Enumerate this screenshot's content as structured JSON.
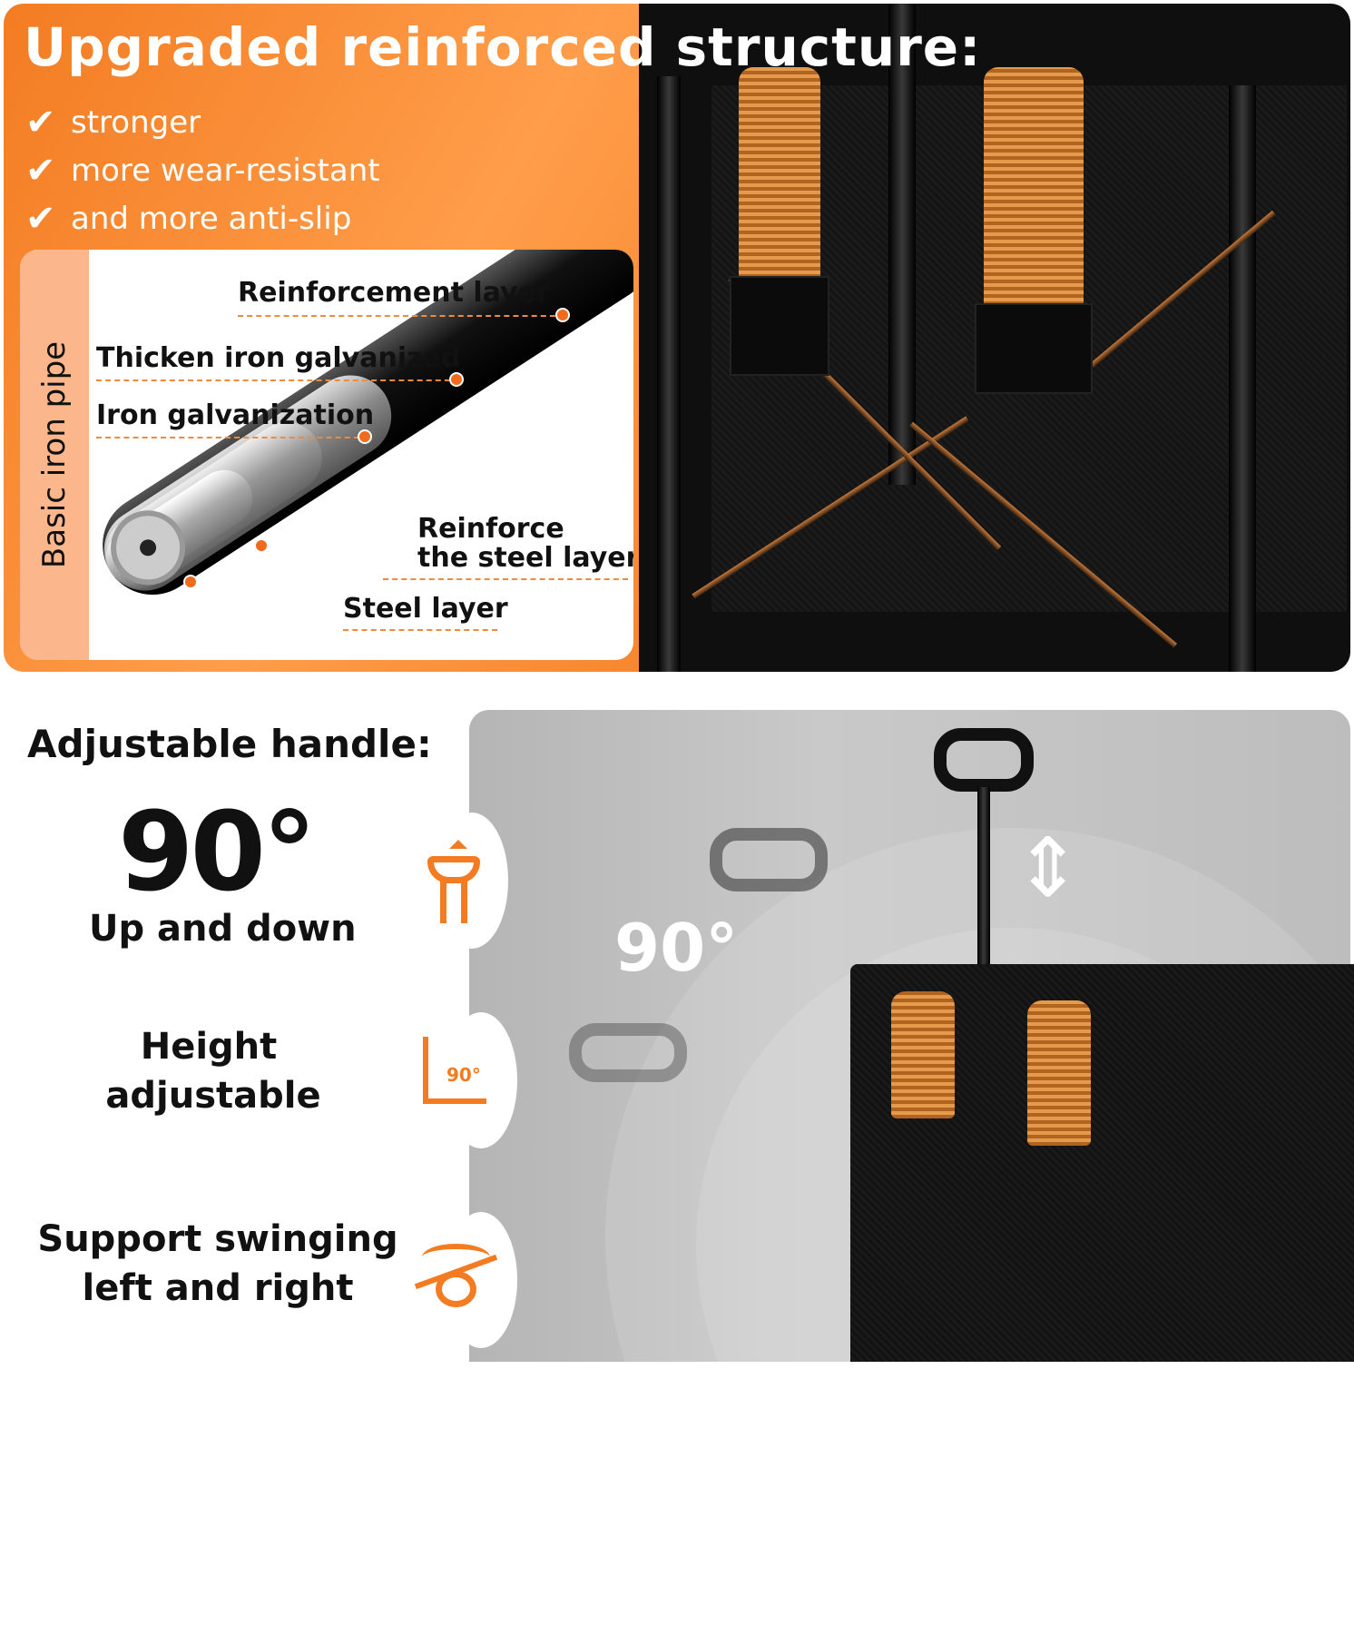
{
  "top": {
    "title": "Upgraded reinforced structure:",
    "bullets": [
      "stronger",
      "more wear-resistant",
      "and more anti-slip"
    ],
    "check_icon": "✔",
    "card": {
      "side_label": "Basic iron pipe",
      "layers": [
        "Reinforcement layer",
        "Thicken iron galvanized",
        "Iron galvanization",
        "Reinforce",
        "the steel layer",
        "Steel layer"
      ]
    }
  },
  "bottom": {
    "title": "Adjustable handle:",
    "big_angle": "90°",
    "up_down": "Up and down",
    "height_line1": "Height",
    "height_line2": "adjustable",
    "swing_line1": "Support swinging",
    "swing_line2": "left and right",
    "angle_icon_text": "90°",
    "photo_angle": "90°"
  },
  "colors": {
    "accent": "#f37c22",
    "panel": "#c0c0c0"
  }
}
